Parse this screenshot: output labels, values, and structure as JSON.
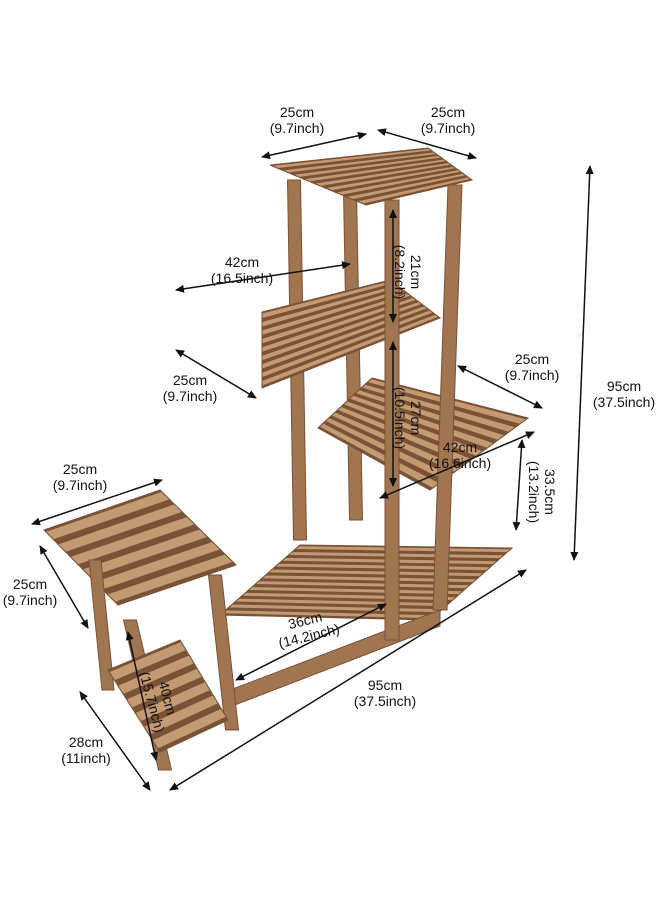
{
  "colors": {
    "wood": "#a07550",
    "wood_dark": "#7a5236",
    "wood_light": "#c49a72",
    "arrow": "#111111"
  },
  "dimensions": {
    "top_left_width": {
      "cm": "25cm",
      "inch": "(9.7inch)"
    },
    "top_right_depth": {
      "cm": "25cm",
      "inch": "(9.7inch)"
    },
    "upper_shelf_width": {
      "cm": "42cm",
      "inch": "(16.5inch)"
    },
    "upper_shelf_depth": {
      "cm": "25cm",
      "inch": "(9.7inch)"
    },
    "upper_gap": {
      "cm": "21cm",
      "inch": "(8.2inch)"
    },
    "middle_gap": {
      "cm": "27cm",
      "inch": "(10.5inch)"
    },
    "right_shelf_depth": {
      "cm": "25cm",
      "inch": "(9.7inch)"
    },
    "right_shelf_width": {
      "cm": "42cm",
      "inch": "(16.6inch)"
    },
    "right_gap": {
      "cm": "33.5cm",
      "inch": "(13.2inch)"
    },
    "total_height": {
      "cm": "95cm",
      "inch": "(37.5inch)"
    },
    "side_shelf_width": {
      "cm": "25cm",
      "inch": "(9.7inch)"
    },
    "side_shelf_depth": {
      "cm": "25cm",
      "inch": "(9.7inch)"
    },
    "bottom_inner_width": {
      "cm": "36cm",
      "inch": "(14.2inch)"
    },
    "side_height": {
      "cm": "40cm",
      "inch": "(15.7inch)"
    },
    "total_width": {
      "cm": "95cm",
      "inch": "(37.5inch)"
    },
    "base_depth": {
      "cm": "28cm",
      "inch": "(11inch)"
    }
  }
}
